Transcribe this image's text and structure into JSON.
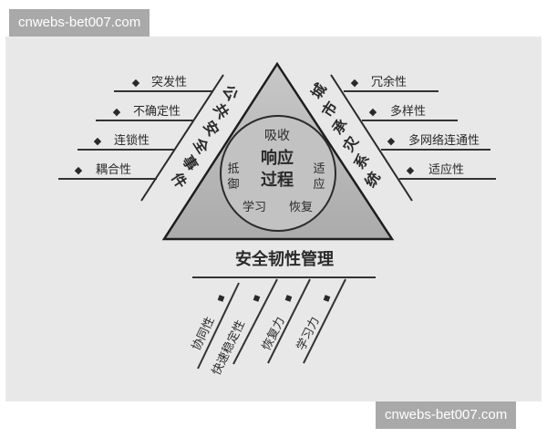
{
  "watermark": {
    "top": "cnwebs-bet007.com",
    "bottom": "cnwebs-bet007.com"
  },
  "diagram": {
    "title_bottom": "安全韧性管理",
    "center": {
      "top": "吸收",
      "main_line1": "响应",
      "main_line2": "过程",
      "left_line1": "抵",
      "left_line2": "御",
      "right_line1": "适",
      "right_line2": "应",
      "bottom_left": "学习",
      "bottom_right": "恢复"
    },
    "left_band": {
      "label": "公共安全事件",
      "chars": [
        "公",
        "共",
        "安",
        "全",
        "事",
        "件"
      ],
      "items": [
        "突发性",
        "不确定性",
        "连锁性",
        "耦合性"
      ]
    },
    "right_band": {
      "label": "城市承灾系统",
      "chars": [
        "城",
        "市",
        "承",
        "灾",
        "系",
        "统"
      ],
      "items": [
        "冗余性",
        "多样性",
        "多网络连通性",
        "适应性"
      ]
    },
    "bottom_items": [
      "协同性",
      "快速稳定性",
      "恢复力",
      "学习力"
    ],
    "bullet_glyph": "◆",
    "colors": {
      "background": "#e8e8e8",
      "triangle_fill": "#b9b9b9",
      "circle_fill": "#c4c4c4",
      "lines": "#333333",
      "text": "#2a2a2a",
      "watermark_bg": "#a9a9a9"
    }
  }
}
